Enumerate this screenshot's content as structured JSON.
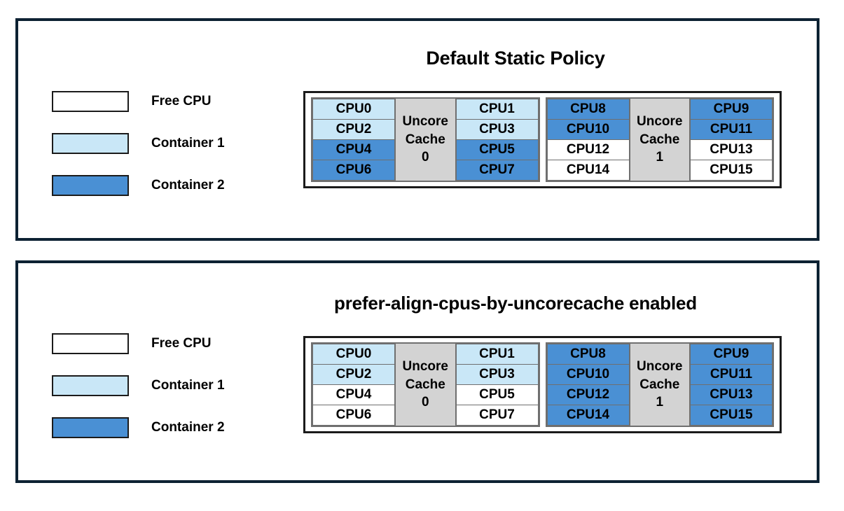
{
  "colors": {
    "free_cpu": "#ffffff",
    "container_1": "#c9e7f7",
    "container_2": "#4a90d4",
    "cache": "#d3d3d3",
    "panel_border": "#0d2233",
    "cell_border": "#6f6f6f"
  },
  "legend_items": [
    {
      "label": "Free CPU",
      "fill": "free_cpu"
    },
    {
      "label": "Container 1",
      "fill": "container_1"
    },
    {
      "label": "Container 2",
      "fill": "container_2"
    }
  ],
  "panels": [
    {
      "title": "Default Static Policy",
      "groups": [
        {
          "cache_line_1": "Uncore",
          "cache_line_2": "Cache",
          "cache_line_3": "0",
          "left_column": [
            {
              "label": "CPU0",
              "fill": "container_1"
            },
            {
              "label": "CPU2",
              "fill": "container_1"
            },
            {
              "label": "CPU4",
              "fill": "container_2"
            },
            {
              "label": "CPU6",
              "fill": "container_2"
            }
          ],
          "right_column": [
            {
              "label": "CPU1",
              "fill": "container_1"
            },
            {
              "label": "CPU3",
              "fill": "container_1"
            },
            {
              "label": "CPU5",
              "fill": "container_2"
            },
            {
              "label": "CPU7",
              "fill": "container_2"
            }
          ]
        },
        {
          "cache_line_1": "Uncore",
          "cache_line_2": "Cache",
          "cache_line_3": "1",
          "left_column": [
            {
              "label": "CPU8",
              "fill": "container_2"
            },
            {
              "label": "CPU10",
              "fill": "container_2"
            },
            {
              "label": "CPU12",
              "fill": "free_cpu"
            },
            {
              "label": "CPU14",
              "fill": "free_cpu"
            }
          ],
          "right_column": [
            {
              "label": "CPU9",
              "fill": "container_2"
            },
            {
              "label": "CPU11",
              "fill": "container_2"
            },
            {
              "label": "CPU13",
              "fill": "free_cpu"
            },
            {
              "label": "CPU15",
              "fill": "free_cpu"
            }
          ]
        }
      ]
    },
    {
      "title": "prefer-align-cpus-by-uncorecache enabled",
      "groups": [
        {
          "cache_line_1": "Uncore",
          "cache_line_2": "Cache",
          "cache_line_3": "0",
          "left_column": [
            {
              "label": "CPU0",
              "fill": "container_1"
            },
            {
              "label": "CPU2",
              "fill": "container_1"
            },
            {
              "label": "CPU4",
              "fill": "free_cpu"
            },
            {
              "label": "CPU6",
              "fill": "free_cpu"
            }
          ],
          "right_column": [
            {
              "label": "CPU1",
              "fill": "container_1"
            },
            {
              "label": "CPU3",
              "fill": "container_1"
            },
            {
              "label": "CPU5",
              "fill": "free_cpu"
            },
            {
              "label": "CPU7",
              "fill": "free_cpu"
            }
          ]
        },
        {
          "cache_line_1": "Uncore",
          "cache_line_2": "Cache",
          "cache_line_3": "1",
          "left_column": [
            {
              "label": "CPU8",
              "fill": "container_2"
            },
            {
              "label": "CPU10",
              "fill": "container_2"
            },
            {
              "label": "CPU12",
              "fill": "container_2"
            },
            {
              "label": "CPU14",
              "fill": "container_2"
            }
          ],
          "right_column": [
            {
              "label": "CPU9",
              "fill": "container_2"
            },
            {
              "label": "CPU11",
              "fill": "container_2"
            },
            {
              "label": "CPU13",
              "fill": "container_2"
            },
            {
              "label": "CPU15",
              "fill": "container_2"
            }
          ]
        }
      ]
    }
  ]
}
